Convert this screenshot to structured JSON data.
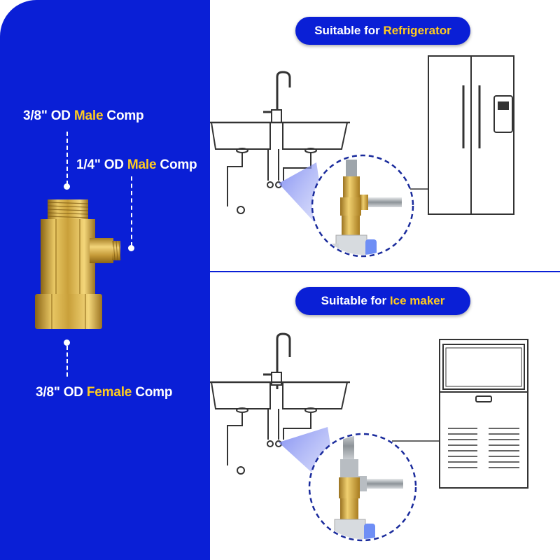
{
  "colors": {
    "panel_blue": "#0a1fd6",
    "highlight_yellow": "#ffcc1f",
    "brass": "#c9a03a",
    "steel": "#a7adb3"
  },
  "left_panel": {
    "label_38_male": {
      "prefix": "3/8\" OD ",
      "highlight": "Male",
      "suffix": " Comp"
    },
    "label_14_male": {
      "prefix": "1/4\" OD ",
      "highlight": "Male",
      "suffix": " Comp"
    },
    "label_38_female": {
      "prefix": "3/8\" OD ",
      "highlight": "Female",
      "suffix": " Comp"
    }
  },
  "refrigerator_section": {
    "pill_prefix": "Suitable for ",
    "pill_highlight": "Refrigerator"
  },
  "ice_maker_section": {
    "pill_prefix": "Suitable for ",
    "pill_highlight": "Ice maker"
  },
  "icons": [
    "brass-tee-fitting-image",
    "sink-faucet-illustration",
    "refrigerator-illustration",
    "ice-maker-illustration",
    "valve-zoom-icon"
  ]
}
